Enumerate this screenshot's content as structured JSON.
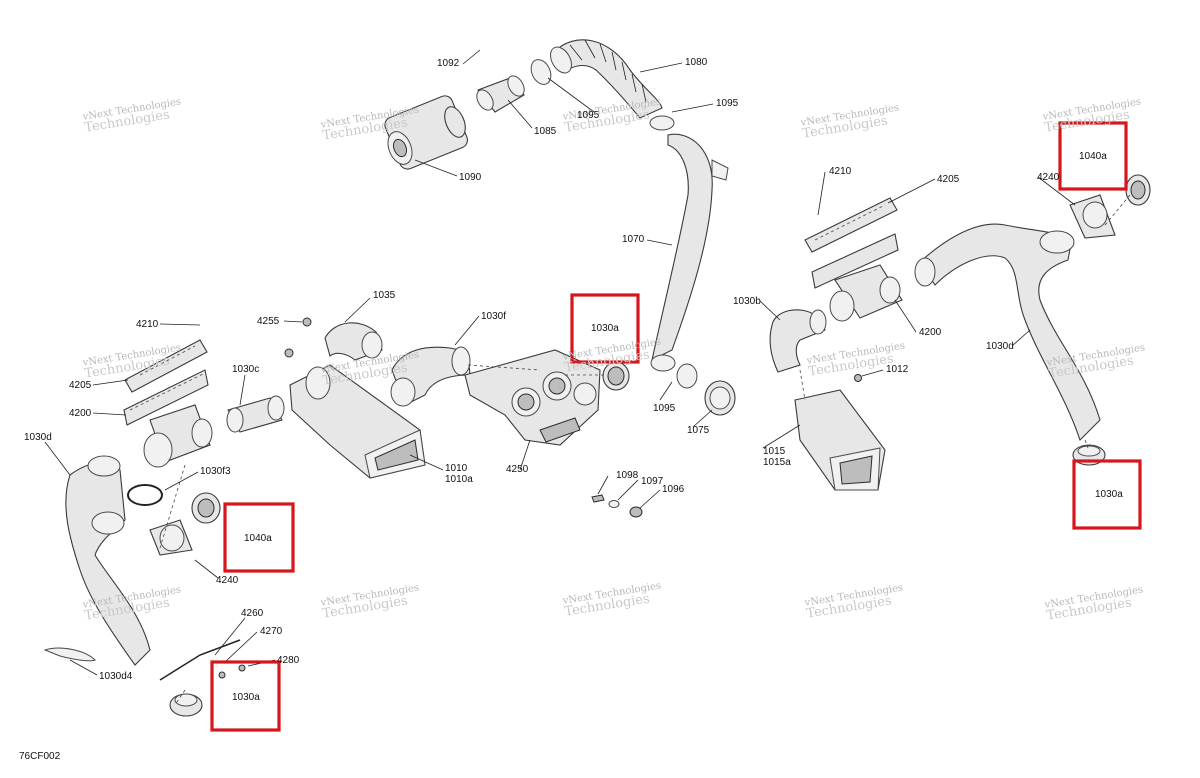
{
  "diagram": {
    "reference_code": "76CF002",
    "watermark_line1": "vNext Technologies",
    "watermark_line2": "Technologies",
    "callouts": {
      "c1092": "1092",
      "c1080": "1080",
      "c1095_top_right": "1095",
      "c1085": "1085",
      "c1095_top_mid": "1095",
      "c1090": "1090",
      "c1070": "1070",
      "c1030a_mid": "1030a",
      "c1095_mid": "1095",
      "c1075": "1075",
      "c4210_left": "4210",
      "c4205_left": "4205",
      "c4200_left": "4200",
      "c4255": "4255",
      "c1035": "1035",
      "c1030f": "1030f",
      "c1030c": "1030c",
      "c1010": "1010",
      "c1010a": "1010a",
      "c4250": "4250",
      "c1030d_left": "1030d",
      "c1030f3": "1030f3",
      "c1040a_left": "1040a",
      "c4240_left": "4240",
      "c4260": "4260",
      "c4270": "4270",
      "c4280": "4280",
      "c1030d4": "1030d4",
      "c1030a_bottom_left": "1030a",
      "c1098": "1098",
      "c1097": "1097",
      "c1096": "1096",
      "c4210_right": "4210",
      "c4205_right": "4205",
      "c4200_right": "4200",
      "c1030b": "1030b",
      "c1012": "1012",
      "c1015": "1015",
      "c1015a": "1015a",
      "c1040a_right": "1040a",
      "c4240_right": "4240",
      "c1030d_right": "1030d",
      "c1030a_right": "1030a"
    }
  }
}
